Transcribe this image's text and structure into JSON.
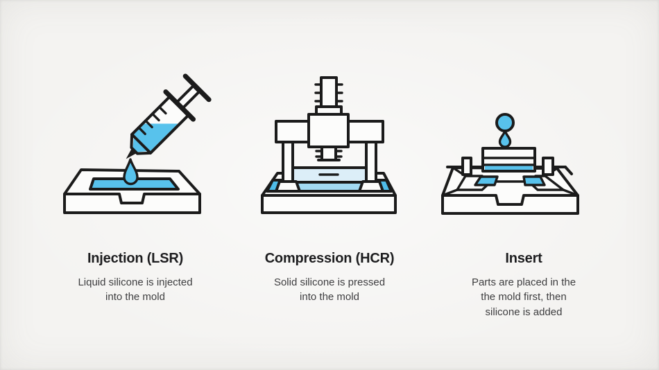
{
  "canvas": {
    "background": "#f4f3f1",
    "line_color": "#1b1b1b",
    "accent_blue": "#58c2ec",
    "accent_blue_light": "#dceef8"
  },
  "figures": [
    {
      "id": "injection",
      "icon": "syringe-mold-icon",
      "title": "Injection (LSR)",
      "description": "Liquid silicone is injected\ninto the mold"
    },
    {
      "id": "compression",
      "icon": "compression-press-icon",
      "title": "Compression (HCR)",
      "description": "Solid silicone is pressed\ninto the mold"
    },
    {
      "id": "insert",
      "icon": "insert-mold-droplet-icon",
      "title": "Insert",
      "description": "Parts are placed in the\nthe mold first, then\nsilicone is added"
    }
  ]
}
